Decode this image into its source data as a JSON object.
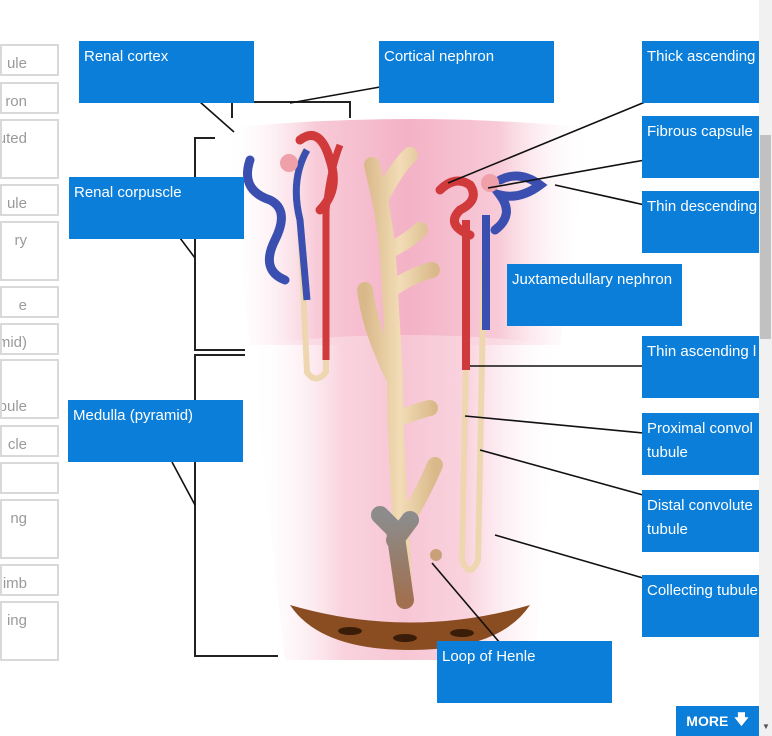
{
  "word_bank": [
    {
      "text": "ule"
    },
    {
      "text": "ron"
    },
    {
      "text": "uted"
    },
    {
      "text": "ule"
    },
    {
      "text": "ry"
    },
    {
      "text": "e"
    },
    {
      "text": "amid)"
    },
    {
      "text": "bule"
    },
    {
      "text": "cle"
    },
    {
      "text": ""
    },
    {
      "text": "ng"
    },
    {
      "text": "g limb"
    },
    {
      "text": "ing"
    }
  ],
  "labels": {
    "renal_cortex": "Renal cortex",
    "cortical_nephron": "Cortical nephron",
    "thick_ascending": "Thick ascending",
    "fibrous_capsule": "Fibrous capsule",
    "renal_corpuscle": "Renal corpuscle",
    "thin_descending": "Thin descending",
    "juxtamedullary_nephron": "Juxtamedullary nephron",
    "thin_ascending": "Thin ascending l",
    "medulla_pyramid": "Medulla (pyramid)",
    "proximal_convoluted": "Proximal convol tubule",
    "distal_convoluted": "Distal convolute tubule",
    "collecting_tubule": "Collecting tubule",
    "loop_of_henle": "Loop of Henle"
  },
  "more_button": {
    "label": "MORE"
  },
  "colors": {
    "label_bg": "#0a7ed9",
    "artery": "#d13a3a",
    "vein": "#3a4fb0",
    "tubule": "#eed7b0",
    "pelvis": "#9a5a2a"
  }
}
